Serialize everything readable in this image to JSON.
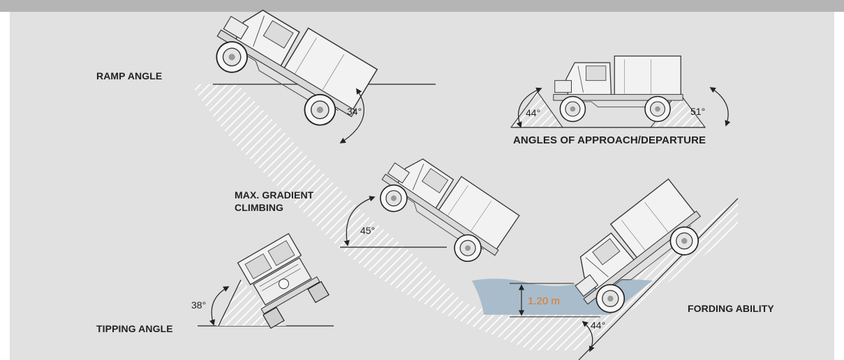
{
  "labels": {
    "ramp_angle": "RAMP ANGLE",
    "approach_departure": "ANGLES OF APPROACH/DEPARTURE",
    "max_gradient_line1": "MAX. GRADIENT",
    "max_gradient_line2": "CLIMBING",
    "tipping_angle": "TIPPING ANGLE",
    "fording_ability": "FORDING ABILITY"
  },
  "angles": {
    "ramp": "34°",
    "approach": "44°",
    "departure": "51°",
    "gradient": "45°",
    "tipping": "38°",
    "fording_bank": "44°"
  },
  "fording_depth": "1.20 m",
  "colors": {
    "top_bar": "#b5b5b5",
    "panel": "#e1e1e1",
    "water": "#a9bccb",
    "depth_text": "#e07a1f",
    "line": "#222222"
  }
}
